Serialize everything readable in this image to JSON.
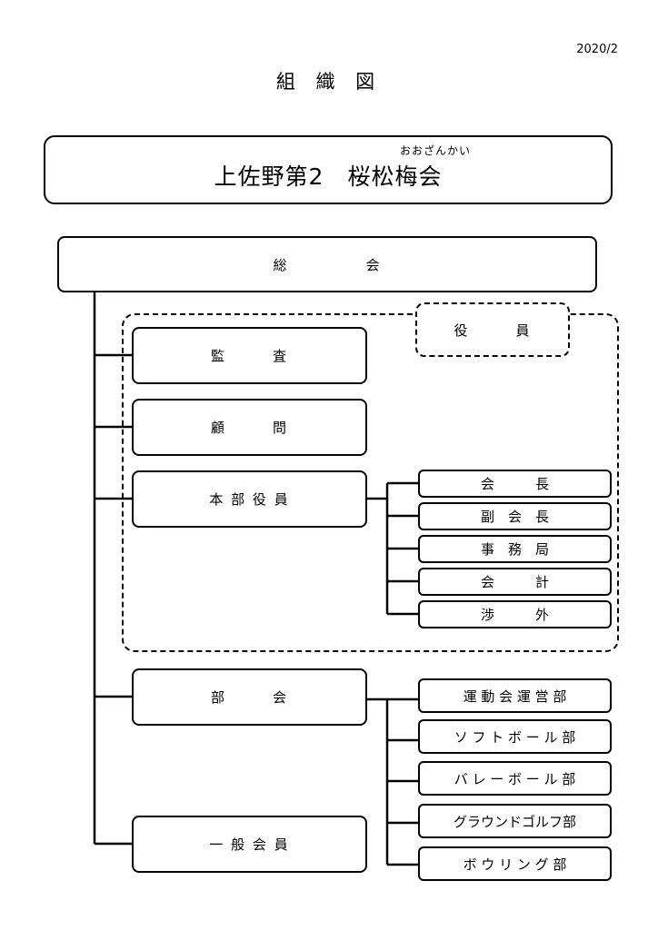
{
  "date": "2020/2",
  "title": "組 織 図",
  "organization": {
    "name": "上佐野第2　桜松梅会",
    "furigana": "おおざんかい"
  },
  "general_assembly": "総　　　　　会",
  "officers_group_label": "役　　　員",
  "auditor": "監　　　査",
  "advisor": "顧　　　問",
  "hq_officers": {
    "label": "本 部 役 員",
    "roles": [
      "会　　　長",
      "副　会　長",
      "事　務　局",
      "会　　　計",
      "渉　　　外"
    ]
  },
  "sections": {
    "label": "部　　　会",
    "clubs": [
      "運 動 会 運 営 部",
      "ソ フ ト ボ ー ル 部",
      "バ レ ー ボ ー ル 部",
      "グラウンドゴルフ部",
      "ボ ウ リ ン グ 部"
    ]
  },
  "general_members": "一 般 会 員"
}
